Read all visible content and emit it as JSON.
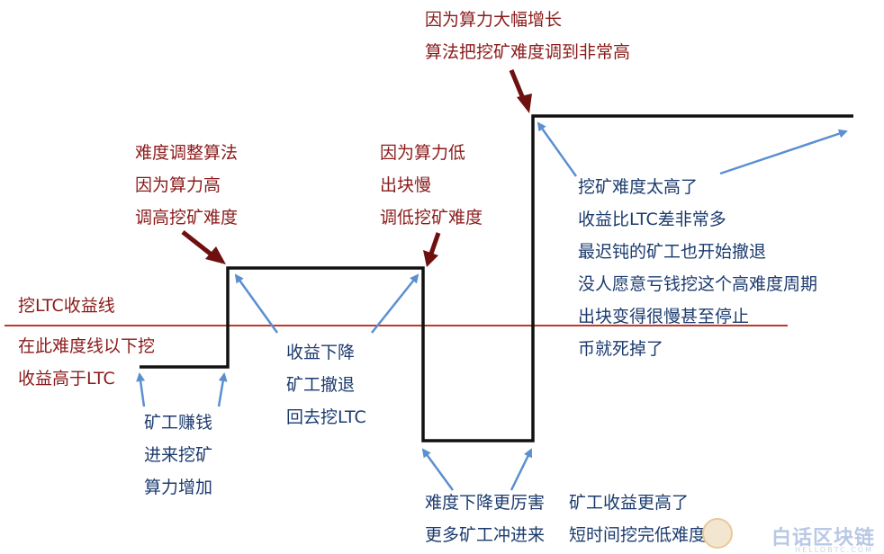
{
  "labels": {
    "top_red_1": "因为算力大幅增长",
    "top_red_2": "算法把挖矿难度调到非常高",
    "left_red_1": "难度调整算法",
    "left_red_2": "因为算力高",
    "left_red_3": "调高挖矿难度",
    "mid_red_1": "因为算力低",
    "mid_red_2": "出块慢",
    "mid_red_3": "调低挖矿难度",
    "ltc_line": "挖LTC收益线",
    "below_1": "在此难度线以下挖",
    "below_2": "收益高于LTC",
    "miner_1": "矿工赚钱",
    "miner_2": "进来挖矿",
    "miner_3": "算力增加",
    "fall_1": "收益下降",
    "fall_2": "矿工撤退",
    "fall_3": "回去挖LTC",
    "low_1": "难度下降更厉害",
    "low_2": "更多矿工冲进来",
    "low_3": "矿工收益更高了",
    "low_4": "短时间挖完低难度",
    "high_1": "挖矿难度太高了",
    "high_2": "收益比LTC差非常多",
    "high_3": "最迟钝的矿工也开始撤退",
    "high_4": "没人愿意亏钱挖这个高难度周期",
    "high_5": "出块变得很慢甚至停止",
    "high_6": "币就死掉了"
  },
  "watermark": {
    "brand": "白话区块链",
    "sub": "HELLOBTC.COM"
  },
  "colors": {
    "red_text": "#8b1a1a",
    "blue_text": "#1c3b6e",
    "ltc_line": "#c0392b",
    "step_line": "#111111",
    "blue_arrow": "#5b8fd1",
    "dark_red_arrow": "#6e1010"
  }
}
